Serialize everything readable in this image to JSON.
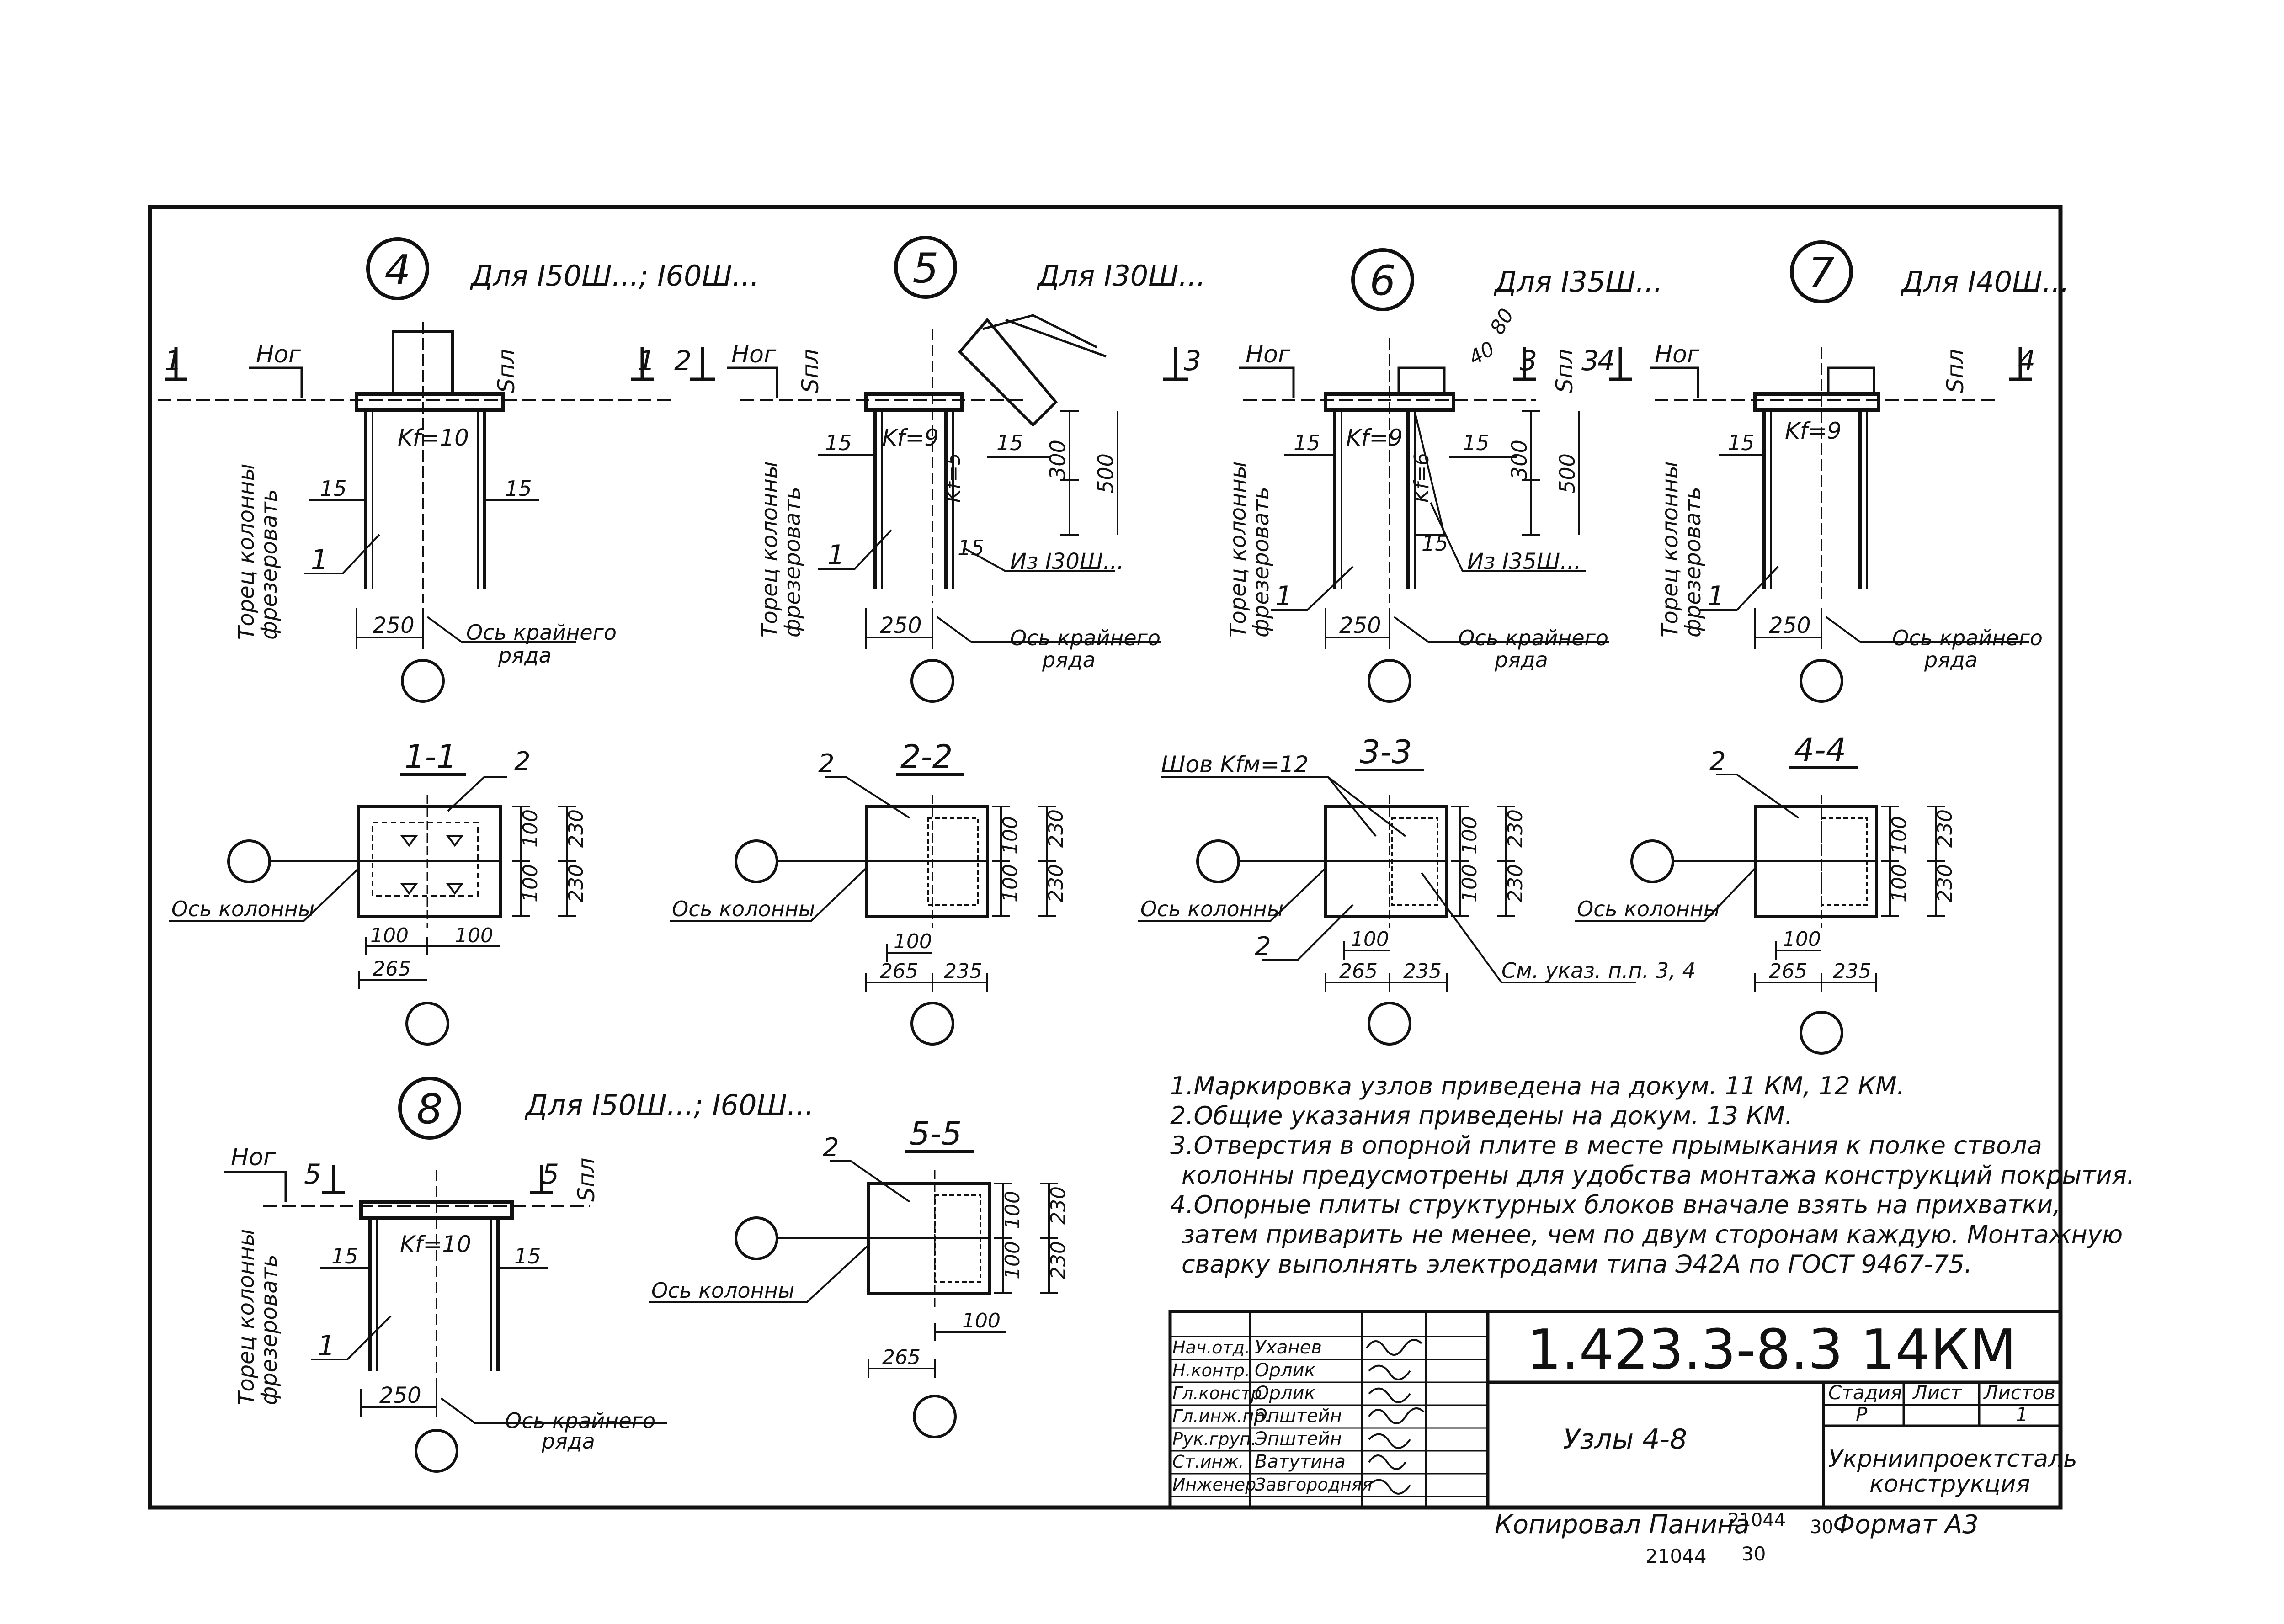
{
  "nodes": [
    {
      "id": "4",
      "subtitle": "Для I50Ш...; I60Ш...",
      "sec": "1",
      "kf": "Kf=10",
      "sides": [
        "15",
        "15"
      ],
      "mark": "1",
      "axis": "Ось крайнего",
      "axis2": "ряда",
      "width": "250",
      "h": "",
      "dims": [],
      "iz": "",
      "kf2": ""
    },
    {
      "id": "5",
      "subtitle": "Для I30Ш...",
      "sec": "2",
      "kf": "Kf=9",
      "sides": [
        "15",
        "15",
        "15"
      ],
      "mark": "1",
      "axis": "Ось крайнего",
      "axis2": "ряда",
      "width": "250",
      "h": "",
      "dims": [
        "300",
        "500"
      ],
      "iz": "Из I30Ш...",
      "kf2": "Kf=5"
    },
    {
      "id": "6",
      "subtitle": "Для I35Ш...",
      "sec": "3",
      "kf": "Kf=9",
      "sides": [
        "15",
        "15",
        "15"
      ],
      "mark": "1",
      "axis": "Ось крайнего",
      "axis2": "ряда",
      "width": "250",
      "h": "",
      "dims": [
        "300",
        "500"
      ],
      "iz": "Из I35Ш...",
      "kf2": "Kf=6"
    },
    {
      "id": "7",
      "subtitle": "Для I40Ш...",
      "sec": "4",
      "kf": "Kf=9",
      "sides": [
        "15"
      ],
      "mark": "1",
      "axis": "Ось крайнего",
      "axis2": "ряда",
      "width": "250",
      "h": "",
      "dims": [],
      "iz": "",
      "kf2": ""
    }
  ],
  "node8": {
    "id": "8",
    "subtitle": "Для I50Ш...; I60Ш...",
    "sec": "5",
    "kf": "Kf=10",
    "sides": [
      "15",
      "15"
    ],
    "mark": "1",
    "axis": "Ось крайнего",
    "axis2": "ряда",
    "width": "250"
  },
  "labels": {
    "hog": "Hог",
    "spl": "Sпл",
    "tor1": "Торец колонны",
    "tor2": "фрезеровать",
    "axis_col": "Ось колонны",
    "sh": "Шов Kfм=12",
    "sm": "См. указ. п.п. 3, 4",
    "d80": "80",
    "d40": "40"
  },
  "sections": [
    {
      "title": "1-1",
      "mark": "2",
      "dims_v": [
        "100",
        "100",
        "230",
        "230"
      ],
      "dims_h": [
        "100",
        "100",
        "265"
      ]
    },
    {
      "title": "2-2",
      "mark": "2",
      "dims_v": [
        "100",
        "100",
        "230",
        "230"
      ],
      "dims_h": [
        "100",
        "265",
        "235"
      ]
    },
    {
      "title": "3-3",
      "mark": "2",
      "dims_v": [
        "100",
        "100",
        "230",
        "230"
      ],
      "dims_h": [
        "100",
        "265",
        "235"
      ]
    },
    {
      "title": "4-4",
      "mark": "2",
      "dims_v": [
        "100",
        "100",
        "230",
        "230"
      ],
      "dims_h": [
        "100",
        "265",
        "235"
      ]
    },
    {
      "title": "5-5",
      "mark": "2",
      "dims_v": [
        "100",
        "100",
        "230",
        "230"
      ],
      "dims_h": [
        "100",
        "265"
      ]
    }
  ],
  "notes": [
    "1.Маркировка узлов приведена на докум. 11 КМ, 12 КМ.",
    "2.Общие указания приведены на докум. 13 КМ.",
    "3.Отверстия в опорной плите в месте прымыкания к полке ствола",
    "колонны предусмотрены для удобства монтажа конструкций покрытия.",
    "4.Опорные плиты структурных блоков вначале взять на прихватки,",
    "затем приварить не менее, чем по двум сторонам каждую. Монтажную",
    "сварку выполнять электродами типа Э42А по ГОСТ 9467-75."
  ],
  "stamp": {
    "code": "1.423.3-8.3 14КМ",
    "title": "Узлы 4-8",
    "org1": "Укрниипроектсталь",
    "org2": "конструкция",
    "stage_h": "Стадия",
    "sheet_h": "Лист",
    "sheets_h": "Листов",
    "stage": "Р",
    "sheets": "1",
    "roles": [
      "Нач.отд.",
      "Н.контр.",
      "Гл.констр.",
      "Гл.инж.пр.",
      "Рук.груп.",
      "Ст.инж.",
      "Инженер"
    ],
    "names": [
      "Уханев",
      "Орлик",
      "Орлик",
      "Эпштейн",
      "Эпштейн",
      "Ватутина",
      "Завгородняя"
    ]
  },
  "footer": {
    "copied": "Копировал Панина",
    "num1": "21044",
    "n30": "30",
    "format": "Формат А3",
    "num2": "21044",
    "n30b": "30"
  }
}
